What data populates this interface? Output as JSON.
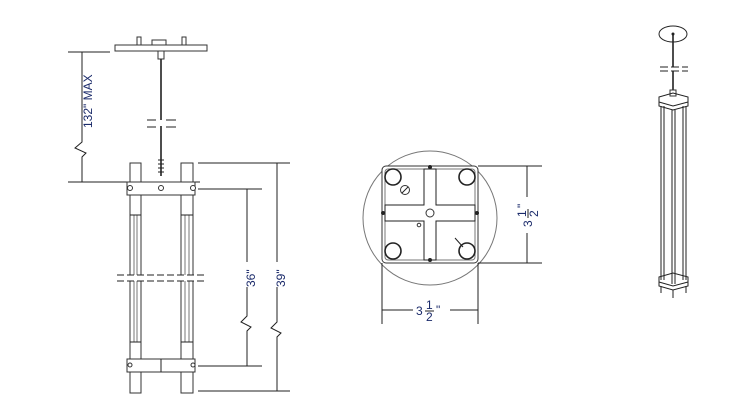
{
  "drawing": {
    "front_view": {
      "overall_drop_label": "132\" MAX",
      "fixture_height_label": "39\"",
      "body_height_label": "36\""
    },
    "top_view": {
      "width_label_whole": "3",
      "width_label_num": "1",
      "width_label_den": "2",
      "width_label_unit": "\"",
      "depth_label_whole": "3",
      "depth_label_num": "1",
      "depth_label_den": "2",
      "depth_label_unit": "\""
    }
  },
  "colors": {
    "line": "#222222",
    "dim_text": "#1a2a6a"
  }
}
